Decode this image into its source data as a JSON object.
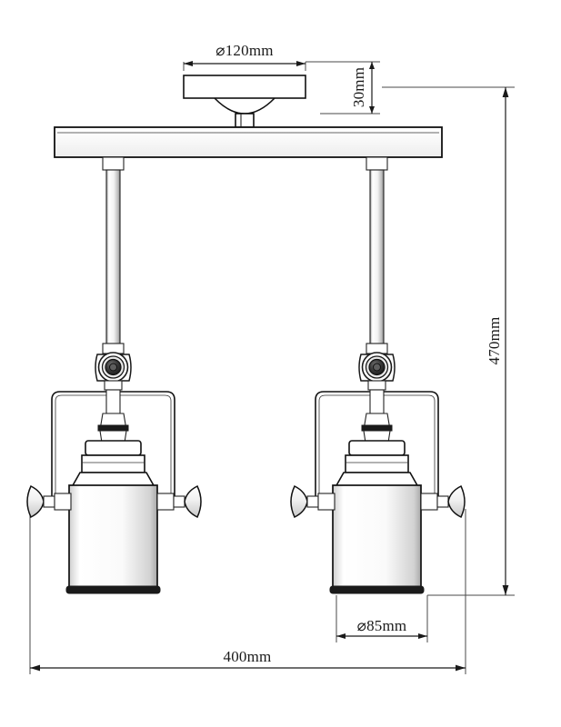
{
  "drawing": {
    "title": "Two-head ceiling spotlight bar - dimensioned elevation",
    "units": "mm",
    "background_color": "#ffffff",
    "line_color": "#111111",
    "text_color": "#1a1a1a"
  },
  "dimensions": {
    "canopy_diameter": {
      "label": "⌀120mm",
      "value": 120,
      "symbol": "⌀",
      "orientation": "horizontal",
      "describes": "ceiling canopy plate diameter"
    },
    "canopy_height": {
      "label": "30mm",
      "value": 30,
      "symbol": "",
      "orientation": "vertical",
      "describes": "ceiling canopy plate thickness"
    },
    "overall_height": {
      "label": "470mm",
      "value": 470,
      "symbol": "",
      "orientation": "vertical",
      "describes": "total drop height from ceiling to shade bottom"
    },
    "overall_width": {
      "label": "400mm",
      "value": 400,
      "symbol": "",
      "orientation": "horizontal",
      "describes": "overall width across both lamp heads"
    },
    "shade_diameter": {
      "label": "⌀85mm",
      "value": 85,
      "symbol": "⌀",
      "orientation": "horizontal",
      "describes": "cylindrical shade diameter"
    }
  },
  "parts": {
    "canopy": "ceiling-canopy-plate",
    "bar": "mounting-bar",
    "rod_left": "drop-rod-left",
    "rod_right": "drop-rod-right",
    "swivel_left": "swivel-joint-left",
    "swivel_right": "swivel-joint-right",
    "yoke_left": "u-bracket-yoke-left",
    "yoke_right": "u-bracket-yoke-right",
    "shade_left": "cylinder-shade-left",
    "shade_right": "cylinder-shade-right",
    "knob_left_outer": "thumb-knob-left-outer",
    "knob_left_inner": "thumb-knob-left-inner",
    "knob_right_inner": "thumb-knob-right-inner",
    "knob_right_outer": "thumb-knob-right-outer"
  }
}
